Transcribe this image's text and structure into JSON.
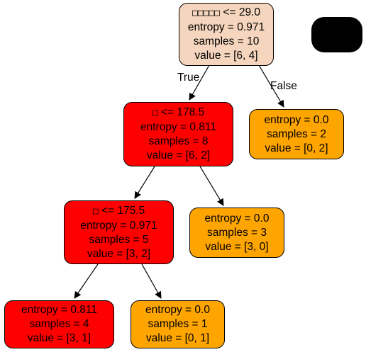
{
  "colors": {
    "root": "#f5d5bd",
    "red": "#ff0000",
    "orange": "#ffa500",
    "edge": "#000000"
  },
  "edge_labels": {
    "true": "True",
    "false": "False"
  },
  "nodes": {
    "root": {
      "feature": "□□□□□",
      "test": " <= 29.0",
      "entropy": "entropy = 0.971",
      "samples": "samples = 10",
      "value": "value = [6, 4]"
    },
    "n1": {
      "feature": "□",
      "test": " <= 178.5",
      "entropy": "entropy = 0.811",
      "samples": "samples = 8",
      "value": "value = [6, 2]"
    },
    "n2": {
      "entropy": "entropy = 0.0",
      "samples": "samples = 2",
      "value": "value = [0, 2]"
    },
    "n3": {
      "feature": "□",
      "test": " <= 175.5",
      "entropy": "entropy = 0.971",
      "samples": "samples = 5",
      "value": "value = [3, 2]"
    },
    "n4": {
      "entropy": "entropy = 0.0",
      "samples": "samples = 3",
      "value": "value = [3, 0]"
    },
    "n5": {
      "entropy": "entropy = 0.811",
      "samples": "samples = 4",
      "value": "value = [3, 1]"
    },
    "n6": {
      "entropy": "entropy = 0.0",
      "samples": "samples = 1",
      "value": "value = [0, 1]"
    }
  }
}
